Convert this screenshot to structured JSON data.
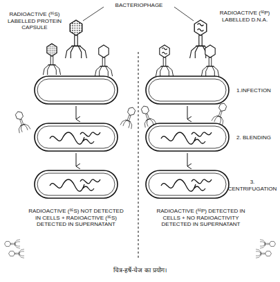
{
  "diagram": {
    "caption": "चित्र-हर्षे-चेज का प्रयोग।",
    "labels": [
      "BACTERIOPHAGE",
      "RADIOACTIVE (³⁵S) LABELLED PROTEIN CAPSULE",
      "RADIOACTIVE (³²P) LABELLED D.N.A.",
      "1.INFECTION",
      "2. BLENDING",
      "3. CENTRIFUGATION",
      "RADIOACTIVE (³⁵S) NOT DETECTED IN CELLS + RADIOACTIVE (³⁵S) DETECTED IN SUPERNATANT",
      "RADIOACTIVE (³²P) DETECTED IN CELLS + NO RADIOACTIVITY DETECTED IN SUPERNATANT"
    ]
  }
}
